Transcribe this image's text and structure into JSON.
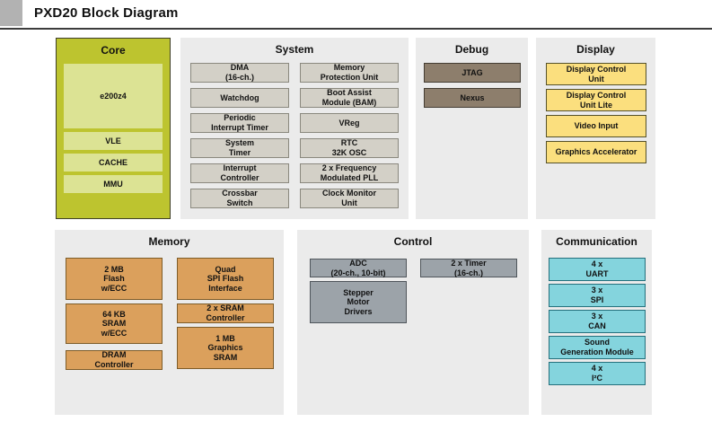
{
  "header": {
    "title": "PXD20 Block Diagram"
  },
  "colors": {
    "rule": "#3d3d3d",
    "header-square": "#b2b2b2",
    "section-bg": "#ebebeb",
    "core-bg": "#bdc42f",
    "core-border": "#3f3f28",
    "core-box": "#dce394",
    "system-box": "#d3d0c7",
    "system-border": "#8a887e",
    "debug-box": "#8d7e6c",
    "debug-border": "#433c32",
    "display-box": "#fbdf7e",
    "display-border": "#55512a",
    "memory-box": "#dba05c",
    "memory-border": "#7e5c28",
    "control-box": "#9ca3a9",
    "control-border": "#4f555b",
    "comm-box": "#84d4dd",
    "comm-border": "#25707c"
  },
  "sections": {
    "core": {
      "title": "Core",
      "processor": "e200z4",
      "boxes": [
        "VLE",
        "CACHE",
        "MMU"
      ]
    },
    "system": {
      "title": "System",
      "boxes": [
        "DMA\n(16-ch.)",
        "Memory\nProtection Unit",
        "Watchdog",
        "Boot Assist\nModule (BAM)",
        "Periodic\nInterrupt Timer",
        "VReg",
        "System\nTimer",
        "RTC\n32K OSC",
        "Interrupt\nController",
        "2 x Frequency\nModulated PLL",
        "Crossbar\nSwitch",
        "Clock Monitor\nUnit"
      ]
    },
    "debug": {
      "title": "Debug",
      "boxes": [
        "JTAG",
        "Nexus"
      ]
    },
    "display": {
      "title": "Display",
      "boxes": [
        "Display Control\nUnit",
        "Display Control\nUnit Lite",
        "Video Input",
        "Graphics Accelerator"
      ]
    },
    "memory": {
      "title": "Memory",
      "col1": [
        "2 MB\nFlash\nw/ECC",
        "64 KB\nSRAM\nw/ECC",
        "DRAM\nController"
      ],
      "col2": [
        "Quad\nSPI Flash\nInterface",
        "2 x SRAM\nController",
        "1 MB\nGraphics\nSRAM"
      ]
    },
    "control": {
      "title": "Control",
      "boxes": [
        "ADC\n(20-ch., 10-bit)",
        "2 x Timer\n(16-ch.)",
        "Stepper\nMotor\nDrivers"
      ]
    },
    "communication": {
      "title": "Communication",
      "boxes": [
        "4 x\nUART",
        "3 x\nSPI",
        "3 x\nCAN",
        "Sound\nGeneration Module",
        "4 x\nI²C"
      ]
    }
  }
}
